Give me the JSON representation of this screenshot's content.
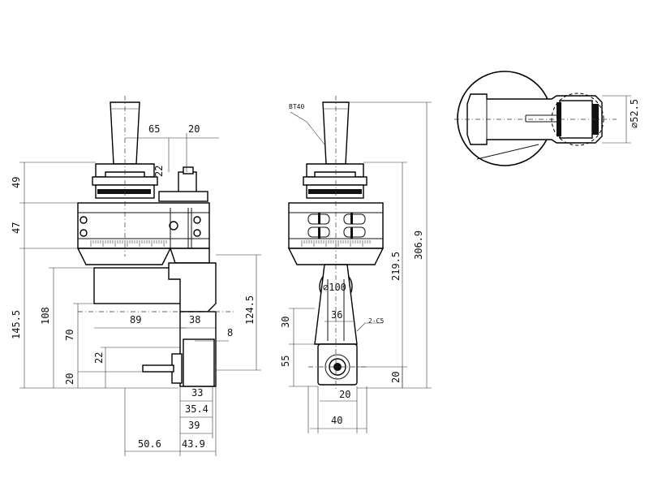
{
  "labels": {
    "taper": "BT40",
    "chamfer": "2-C5"
  },
  "dims": {
    "d65": "65",
    "d20_top": "20",
    "d22_top": "22",
    "d49": "49",
    "d47": "47",
    "d145_5": "145.5",
    "d108": "108",
    "d70": "70",
    "d22_left": "22",
    "d20_left": "20",
    "d89": "89",
    "d38": "38",
    "d8": "8",
    "d124_5": "124.5",
    "d33": "33",
    "d35_4": "35.4",
    "d39": "39",
    "d50_6": "50.6",
    "d43_9": "43.9",
    "d100": "100",
    "d36": "36",
    "d30": "30",
    "d55": "55",
    "d20_mid": "20",
    "d40": "40",
    "d219_5": "219.5",
    "d306_9": "306.9",
    "d20_right": "20",
    "d52_5": "52.5"
  },
  "symbols": {
    "diameter": "⌀"
  }
}
